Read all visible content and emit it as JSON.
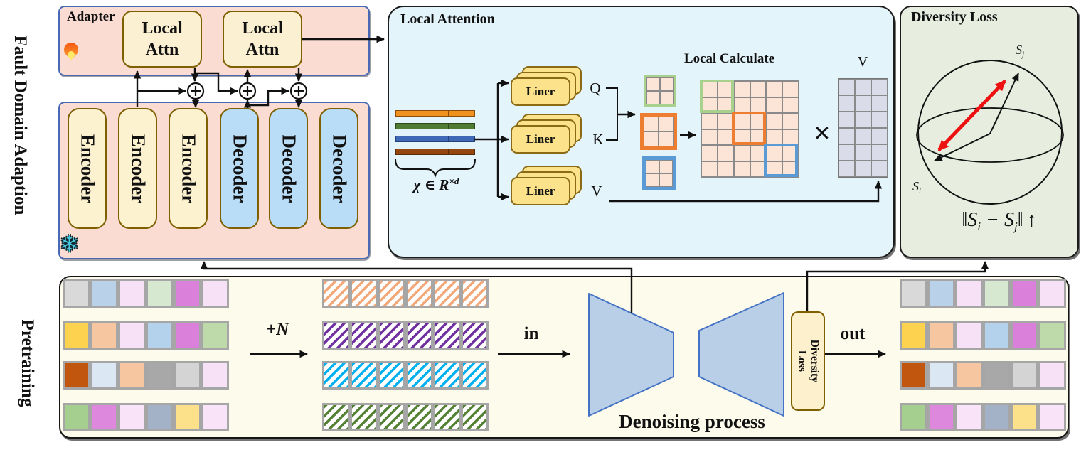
{
  "side_labels": {
    "top": "Fault Domain Adaption",
    "bottom": "Pretraining"
  },
  "adapter": {
    "title": "Adapter",
    "attn_line1": "Local",
    "attn_line2": "Attn",
    "flame_icon": "flame",
    "snowflake_icon": "❄"
  },
  "backbone": {
    "encoders": [
      "Encoder",
      "Encoder",
      "Encoder"
    ],
    "decoders": [
      "Decoder",
      "Decoder",
      "Decoder"
    ]
  },
  "local_attention": {
    "title": "Local Attention",
    "formula": {
      "chi": "χ",
      "member": "∈",
      "set": "R",
      "sup": "×d"
    },
    "liner_label": "Liner",
    "q": "Q",
    "k": "K",
    "v": "V",
    "local_calculate": "Local Calculate",
    "times": "×",
    "v_top": "V",
    "bars": [
      {
        "fill": "#f0921e",
        "edge": "#8a4c08"
      },
      {
        "fill": "#4f7b32",
        "edge": "#2c4a1a"
      },
      {
        "fill": "#3f68b5",
        "edge": "#24417c"
      },
      {
        "fill": "#93470f",
        "edge": "#5a2c08"
      }
    ],
    "grid_fill": "#fce4d6",
    "v_fill": "#dbdcea",
    "outline_green": "#a9d18e",
    "outline_orange": "#ed7d31",
    "outline_blue": "#5b9bd5"
  },
  "diversity": {
    "title": "Diversity Loss",
    "sj": {
      "base": "S",
      "sub": "j"
    },
    "si": {
      "base": "S",
      "sub": "i"
    },
    "formula": {
      "n1": "‖",
      "s1": "S",
      "sub1": "i",
      "minus": " − ",
      "s2": "S",
      "sub2": "j",
      "n2": "‖",
      "up": "↑"
    },
    "red_arrow_color": "#ee1111"
  },
  "pretraining": {
    "noise_label": "+N",
    "in_label": "in",
    "out_label": "out",
    "denoising_label": "Denoising process",
    "diversity_box_line1": "Diversity",
    "diversity_box_line2": "Loss",
    "trapezoid_fill": "#b9cfe8",
    "trapezoid_edge": "#4472c4",
    "input_rows": [
      [
        "#d9d9d9",
        "#b9d2ea",
        "#f7e1f7",
        "#d7e8d1",
        "#da7fda",
        "#f7e1f7"
      ],
      [
        "#fcd24f",
        "#f5c6a0",
        "#f7e1f7",
        "#b5d2ec",
        "#da7fda",
        "#bedaab"
      ],
      [
        "#c1560f",
        "#dbe7f3",
        "#f5c6a0",
        "#a8a8a8",
        "#d4d4d4",
        "#f7e1f7"
      ],
      [
        "#a4cf8e",
        "#dd87dd",
        "#f8e3f8",
        "#a3b2c7",
        "#fce08a",
        "#f8e3f8"
      ]
    ],
    "noise_colors": [
      "#f2a878",
      "#7030a0",
      "#00b0f0",
      "#548235"
    ],
    "output_rows": [
      [
        "#d9d9d9",
        "#b9d2ea",
        "#f7e1f7",
        "#d7e8d1",
        "#da7fda",
        "#f7e1f7"
      ],
      [
        "#fcd24f",
        "#f5c6a0",
        "#f7e1f7",
        "#b5d2ec",
        "#da7fda",
        "#bedaab"
      ],
      [
        "#c1560f",
        "#dbe7f3",
        "#f5c6a0",
        "#a8a8a8",
        "#d4d4d4",
        "#f7e1f7"
      ],
      [
        "#a4cf8e",
        "#dd87dd",
        "#f8e3f8",
        "#a3b2c7",
        "#fce08a",
        "#f8e3f8"
      ]
    ]
  }
}
